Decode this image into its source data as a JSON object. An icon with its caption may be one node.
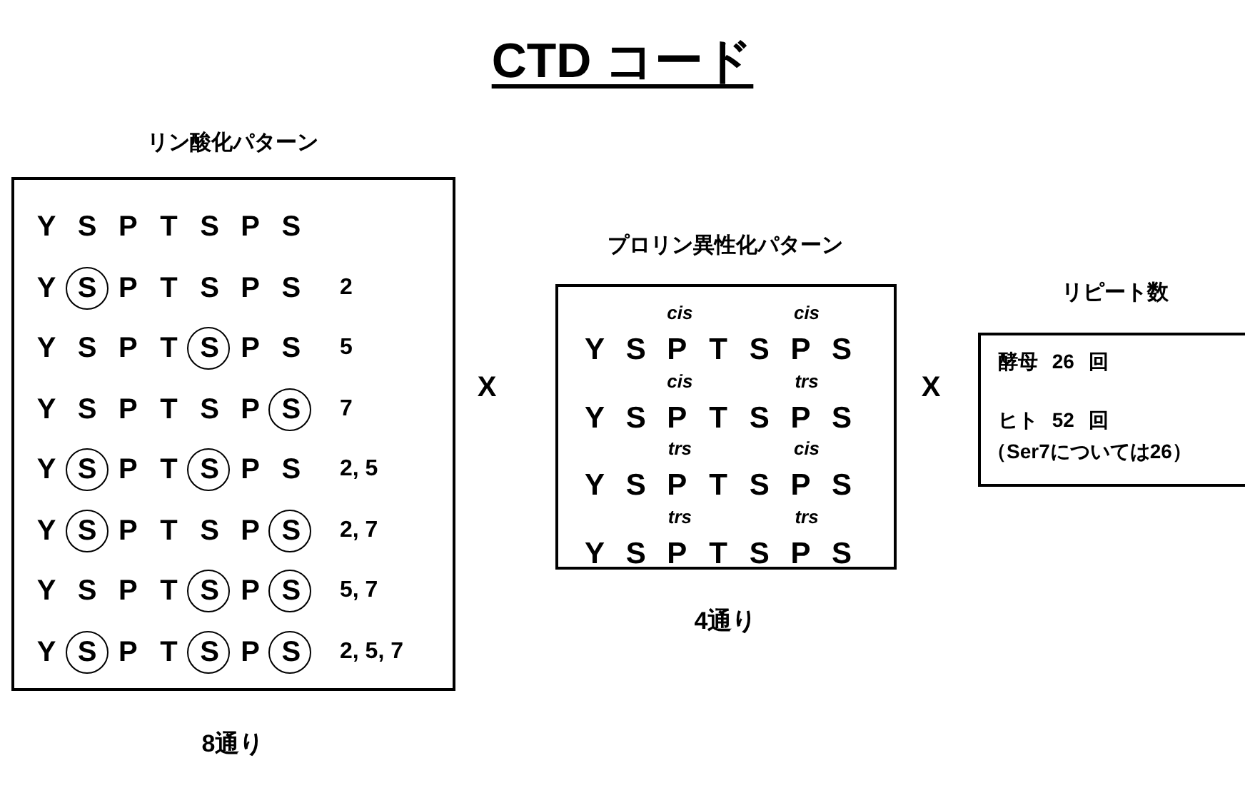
{
  "diagram": {
    "title": "CTD コード",
    "nodes": [
      {
        "text": [
          "リン酸化パターン",
          "Y S P T S P S",
          "Y S P T S P S",
          "2",
          "Y S P T S P S",
          "5",
          "Y S P T S P S",
          "7",
          "Y S P T S P S",
          "2, 5",
          "Y S P T S P S",
          "2, 7",
          "Y S P T S P S",
          "5, 7",
          "Y S P T S P S",
          "2, 5, 7"
        ],
        "beside": [
          "8通り"
        ]
      },
      {
        "text": [
          "プロリン異性化パターン",
          "cis",
          "cis",
          "Y S P T S P S",
          "cis",
          "trs",
          "Y S P T S P S",
          "trs",
          "cis",
          "Y S P T S P S",
          "trs",
          "trs",
          "Y S P T S P S"
        ],
        "beside": [
          "4通り"
        ]
      },
      {
        "text": [
          "リピート数",
          "酵母 26 回",
          "ヒト 52 回",
          "（Ser7については26）"
        ]
      }
    ],
    "labels": [
      "X",
      "X"
    ]
  }
}
